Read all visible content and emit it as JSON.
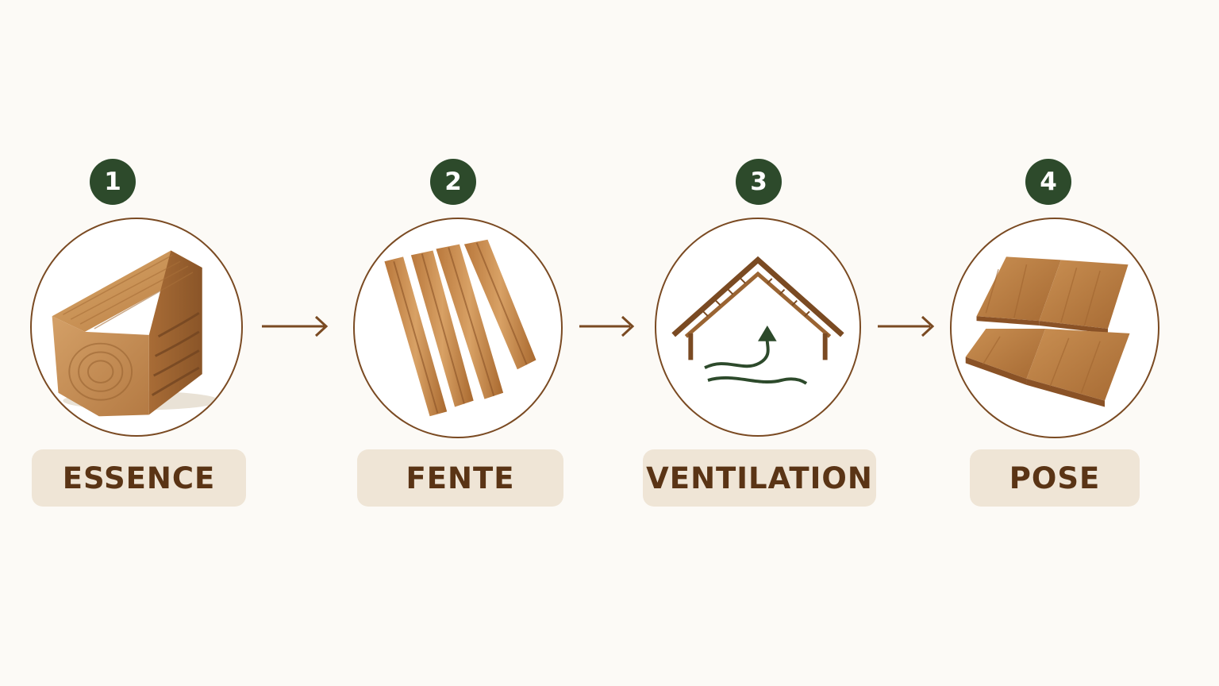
{
  "steps": [
    {
      "number": "1",
      "label": "ESSENCE",
      "icon": "wood-log-icon"
    },
    {
      "number": "2",
      "label": "FENTE",
      "icon": "split-wood-slats-icon"
    },
    {
      "number": "3",
      "label": "VENTILATION",
      "icon": "ventilated-roof-icon"
    },
    {
      "number": "4",
      "label": "POSE",
      "icon": "laid-shingles-icon"
    }
  ],
  "colors": {
    "background": "#fcfaf6",
    "badge": "#2d4a2b",
    "ring": "#7a4a22",
    "label_bg": "#efe5d6",
    "label_text": "#5a3415",
    "arrow": "#7a4a22",
    "airflow": "#2d4a2b"
  }
}
